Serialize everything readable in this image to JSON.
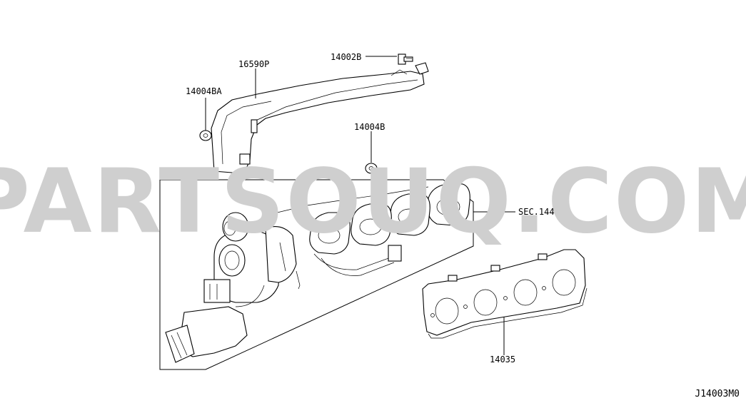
{
  "watermark": "PARTSOUQ.COM",
  "labels": {
    "p14002b": "14002B",
    "p16590p": "16590P",
    "p14004ba": "14004BA",
    "p14004b": "14004B",
    "sec144": "SEC.144",
    "p14035": "14035"
  },
  "diagram_ref": "J14003M0",
  "colors": {
    "watermark": "#cfcfcf",
    "line": "#000000",
    "background": "#ffffff"
  }
}
